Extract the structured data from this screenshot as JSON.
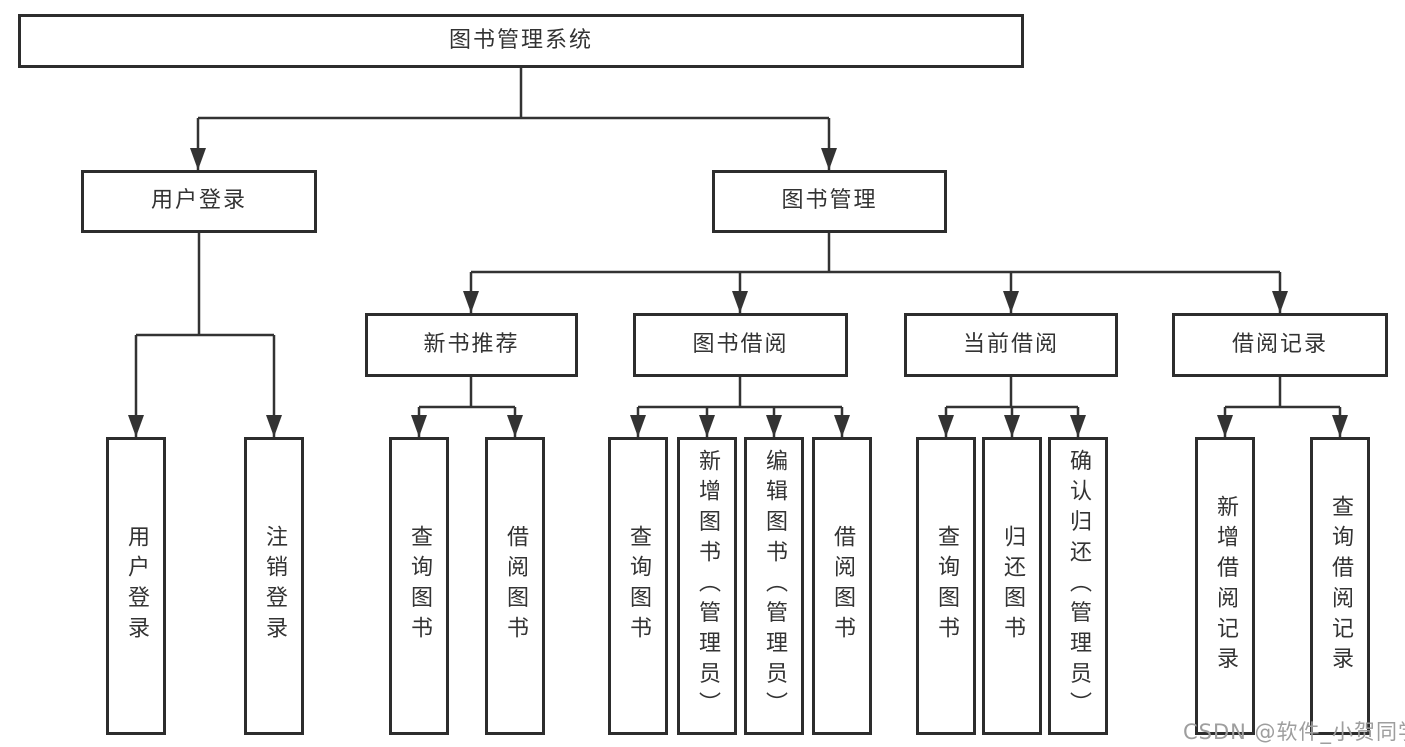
{
  "colors": {
    "background": "#ffffff",
    "box_border": "#2d2d2d",
    "box_fill": "#ffffff",
    "line": "#333333",
    "text": "#333333",
    "watermark_text": "#9e9e9e"
  },
  "tree": {
    "root": {
      "label": "图书管理系统"
    },
    "branches": [
      {
        "label": "用户登录",
        "children": [
          {
            "label": "用户登录"
          },
          {
            "label": "注销登录"
          }
        ]
      },
      {
        "label": "图书管理",
        "children": [
          {
            "label": "新书推荐",
            "children": [
              {
                "label": "查询图书"
              },
              {
                "label": "借阅图书"
              }
            ]
          },
          {
            "label": "图书借阅",
            "children": [
              {
                "label": "查询图书"
              },
              {
                "label": "新增图书（管理员）"
              },
              {
                "label": "编辑图书（管理员）"
              },
              {
                "label": "借阅图书"
              }
            ]
          },
          {
            "label": "当前借阅",
            "children": [
              {
                "label": "查询图书"
              },
              {
                "label": "归还图书"
              },
              {
                "label": "确认归还（管理员）"
              }
            ]
          },
          {
            "label": "借阅记录",
            "children": [
              {
                "label": "新增借阅记录"
              },
              {
                "label": "查询借阅记录"
              }
            ]
          }
        ]
      }
    ]
  },
  "watermark": {
    "text": "CSDN @软件_小贺同学"
  }
}
